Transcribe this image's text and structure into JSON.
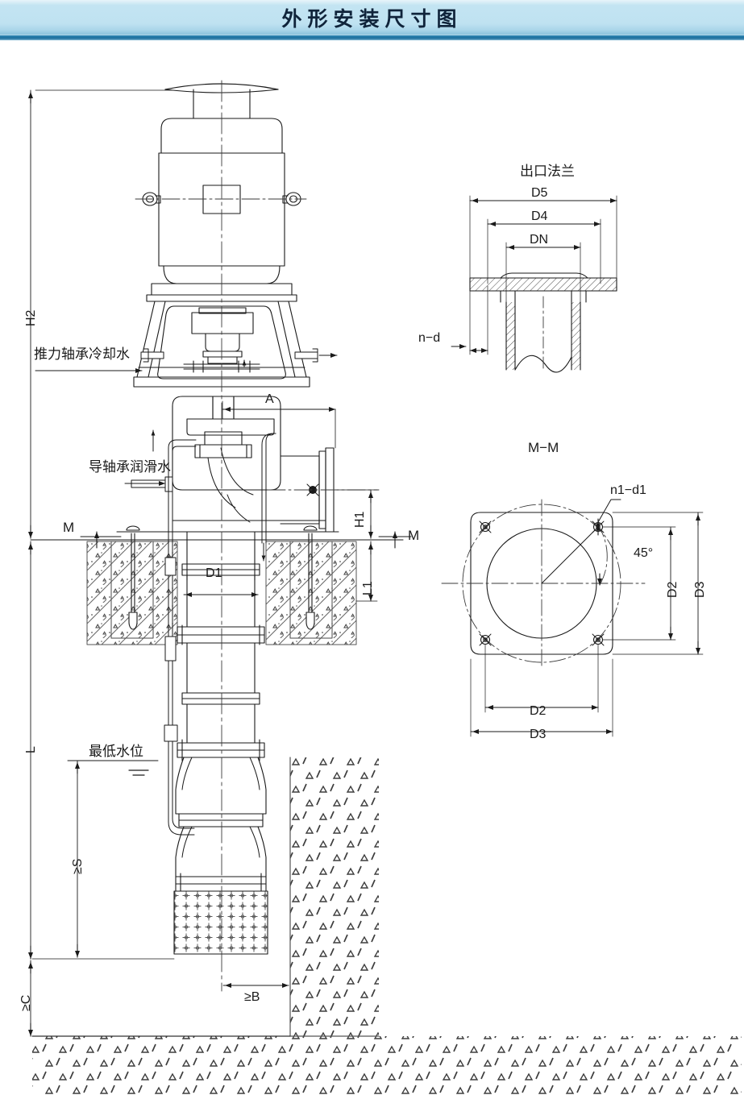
{
  "header": {
    "title": "外形安装尺寸图"
  },
  "colors": {
    "title_bar_light": "#c3e4f2",
    "title_bar_accent": "#1d6f9c",
    "title_text": "#10243b",
    "line": "#1a1a1a",
    "hatch": "#555555"
  },
  "drawing": {
    "name": "vertical-long-shaft-pump-installation-outline",
    "views": [
      {
        "id": "main-elevation",
        "label": ""
      },
      {
        "id": "outlet-flange-detail",
        "label": "出口法兰"
      },
      {
        "id": "section-m-m",
        "label": "M−M"
      }
    ],
    "annotations": {
      "thrust_bearing_cooling_water": "推力轴承冷却水",
      "guide_bearing_lubrication_water": "导轴承润滑水",
      "lowest_water_level": "最低水位",
      "section_mark_left": "M",
      "section_mark_right": "M"
    },
    "dimensions": {
      "total_height": "H2",
      "discharge_height": "H1",
      "foundation_depth": "L1",
      "submerged_length": "L",
      "flange_offset": "A",
      "column_diameter": "D1",
      "min_submergence": "≥S",
      "floor_clearance": "≥C",
      "wall_clearance": "≥B"
    },
    "flange_detail": {
      "title": "出口法兰",
      "outer_diameter": "D5",
      "bolt_circle": "D4",
      "nominal_bore": "DN",
      "bolt_spec": "n−d"
    },
    "section_mm": {
      "title": "M−M",
      "bolt_spec": "n1−d1",
      "angle": "45°",
      "bolt_circle_v": "D2",
      "plate_width_v": "D3",
      "bolt_circle_h": "D2",
      "plate_width_h": "D3"
    }
  }
}
